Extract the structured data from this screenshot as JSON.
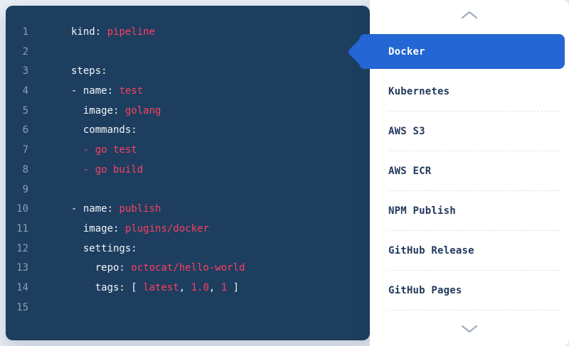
{
  "colors": {
    "page_background": "#e9eef4",
    "editor_background": "#1d3e5f",
    "code_key": "#f2f6fa",
    "code_value": "#fb4060",
    "line_number": "#8aa0b6",
    "panel_background": "#ffffff",
    "accent_selected": "#2366d4",
    "item_label": "#22395c",
    "chevron": "#a3aebc"
  },
  "editor": {
    "lines": [
      {
        "num": "1",
        "segments": [
          {
            "c": "k",
            "t": "kind:"
          },
          {
            "c": "v",
            "t": " pipeline"
          }
        ]
      },
      {
        "num": "2",
        "segments": []
      },
      {
        "num": "3",
        "segments": [
          {
            "c": "k",
            "t": "steps:"
          }
        ]
      },
      {
        "num": "4",
        "segments": [
          {
            "c": "k",
            "t": "- name:"
          },
          {
            "c": "v",
            "t": " test"
          }
        ]
      },
      {
        "num": "5",
        "segments": [
          {
            "c": "k",
            "t": "  image:"
          },
          {
            "c": "v",
            "t": " golang"
          }
        ]
      },
      {
        "num": "6",
        "segments": [
          {
            "c": "k",
            "t": "  commands:"
          }
        ]
      },
      {
        "num": "7",
        "segments": [
          {
            "c": "v",
            "t": "  - go test"
          }
        ]
      },
      {
        "num": "8",
        "segments": [
          {
            "c": "v",
            "t": "  - go build"
          }
        ]
      },
      {
        "num": "9",
        "segments": []
      },
      {
        "num": "10",
        "segments": [
          {
            "c": "k",
            "t": "- name:"
          },
          {
            "c": "v",
            "t": " publish"
          }
        ]
      },
      {
        "num": "11",
        "segments": [
          {
            "c": "k",
            "t": "  image:"
          },
          {
            "c": "v",
            "t": " plugins/docker"
          }
        ]
      },
      {
        "num": "12",
        "segments": [
          {
            "c": "k",
            "t": "  settings:"
          }
        ]
      },
      {
        "num": "13",
        "segments": [
          {
            "c": "k",
            "t": "    repo:"
          },
          {
            "c": "v",
            "t": " octocat/hello-world"
          }
        ]
      },
      {
        "num": "14",
        "segments": [
          {
            "c": "k",
            "t": "    tags: [ "
          },
          {
            "c": "v",
            "t": "latest"
          },
          {
            "c": "k",
            "t": ", "
          },
          {
            "c": "v",
            "t": "1.0"
          },
          {
            "c": "k",
            "t": ", "
          },
          {
            "c": "v",
            "t": "1"
          },
          {
            "c": "k",
            "t": " ]"
          }
        ]
      },
      {
        "num": "15",
        "segments": []
      }
    ]
  },
  "sidebar": {
    "scroll_up_icon": "chevron-up",
    "scroll_down_icon": "chevron-down",
    "items": [
      {
        "label": "Docker",
        "selected": true
      },
      {
        "label": "Kubernetes",
        "selected": false
      },
      {
        "label": "AWS S3",
        "selected": false
      },
      {
        "label": "AWS ECR",
        "selected": false
      },
      {
        "label": "NPM Publish",
        "selected": false
      },
      {
        "label": "GitHub Release",
        "selected": false
      },
      {
        "label": "GitHub Pages",
        "selected": false
      }
    ]
  }
}
